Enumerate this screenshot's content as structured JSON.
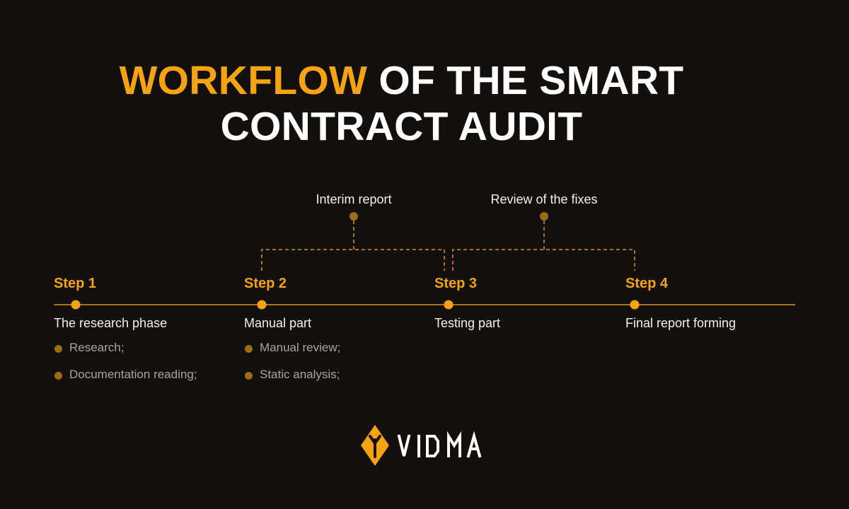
{
  "title": {
    "accent": "WORKFLOW",
    "rest_line1": " OF THE SMART",
    "line2": "CONTRACT AUDIT"
  },
  "milestones": [
    {
      "label": "Interim report"
    },
    {
      "label": "Review of the fixes"
    }
  ],
  "steps": [
    {
      "label": "Step 1",
      "name": "The research phase",
      "bullets": [
        "Research;",
        "Documentation reading;"
      ]
    },
    {
      "label": "Step 2",
      "name": "Manual part",
      "bullets": [
        "Manual review;",
        "Static analysis;"
      ]
    },
    {
      "label": "Step 3",
      "name": "Testing part",
      "bullets": []
    },
    {
      "label": "Step 4",
      "name": "Final report forming",
      "bullets": []
    }
  ],
  "logo": {
    "text": "VIDMA",
    "icon": "vidma-diamond-icon"
  },
  "colors": {
    "background": "#130f0d",
    "accent": "#f5a310",
    "line": "#a7741c",
    "bullet": "#9c6c16",
    "muted_text": "#a9a4a1"
  }
}
